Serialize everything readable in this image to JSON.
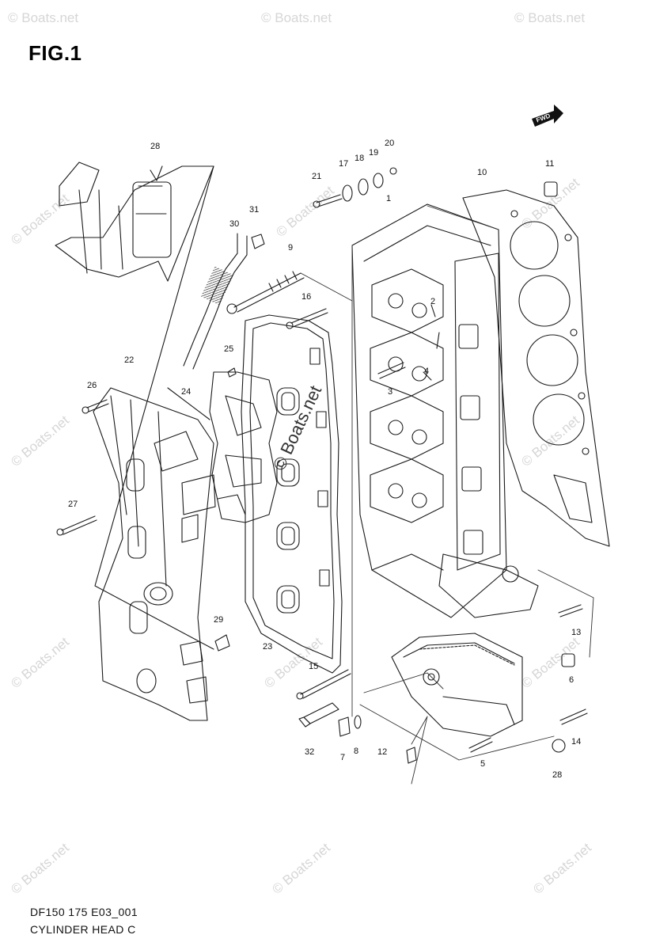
{
  "figure": {
    "title": "FIG.1",
    "code": "DF150 175 E03_001",
    "name": "CYLINDER HEAD C"
  },
  "watermark": {
    "text": "© Boats.net",
    "center_text": "© Boats.net"
  },
  "forward_badge": "FWD",
  "callouts": [
    "1",
    "2",
    "3",
    "4",
    "5",
    "6",
    "7",
    "8",
    "9",
    "10",
    "11",
    "12",
    "13",
    "14",
    "15",
    "16",
    "17",
    "18",
    "19",
    "20",
    "21",
    "22",
    "23",
    "24",
    "25",
    "26",
    "27",
    "28",
    "28",
    "29",
    "30",
    "31",
    "32"
  ],
  "colors": {
    "line": "#1a1a1a",
    "watermark": "#d6d6d6",
    "badge": "#111111"
  }
}
